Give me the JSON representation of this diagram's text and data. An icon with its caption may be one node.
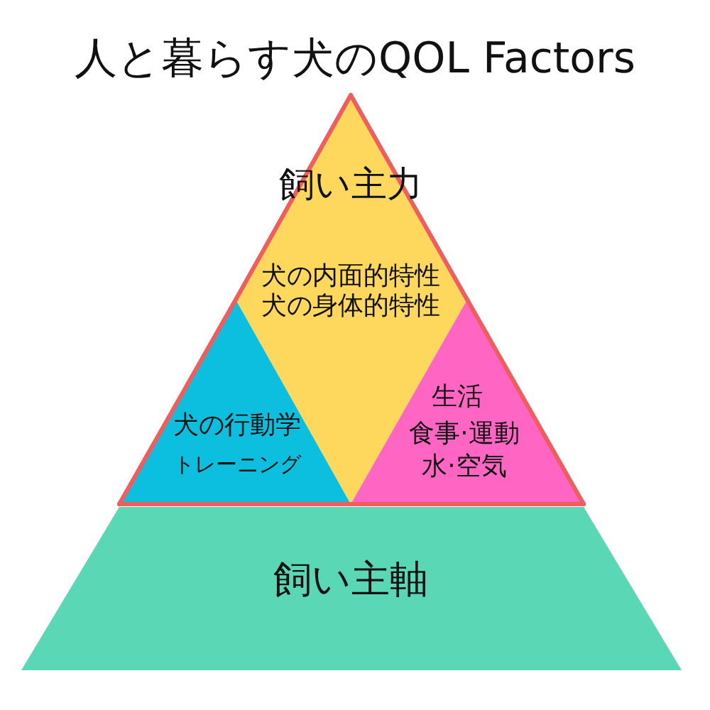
{
  "diagram": {
    "title": "人と暮らす犬のQOL Factors",
    "nodes": [
      {
        "text": [
          "飼い主力",
          "犬の内面的特性",
          "犬の身体的特性"
        ]
      },
      {
        "text": [
          "犬の行動学",
          "トレーニング"
        ]
      },
      {
        "text": [
          "生活",
          "食事·運動",
          "水·空気"
        ]
      },
      {
        "text": [
          "飼い主軸"
        ]
      }
    ]
  }
}
